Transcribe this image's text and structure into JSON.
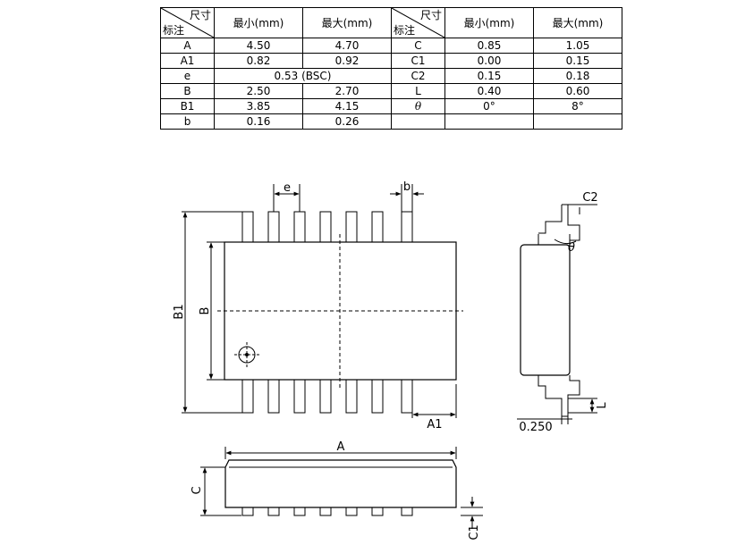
{
  "table": {
    "corner_top": "尺寸",
    "corner_bottom": "标注",
    "header": {
      "min": "最小(mm)",
      "max": "最大(mm)"
    },
    "rows_left": [
      {
        "label": "A",
        "min": "4.50",
        "max": "4.70"
      },
      {
        "label": "A1",
        "min": "0.82",
        "max": "0.92"
      },
      {
        "label": "e",
        "merged": "0.53 (BSC)"
      },
      {
        "label": "B",
        "min": "2.50",
        "max": "2.70"
      },
      {
        "label": "B1",
        "min": "3.85",
        "max": "4.15"
      },
      {
        "label": "b",
        "min": "0.16",
        "max": "0.26"
      }
    ],
    "rows_right": [
      {
        "label": "C",
        "min": "0.85",
        "max": "1.05"
      },
      {
        "label": "C1",
        "min": "0.00",
        "max": "0.15"
      },
      {
        "label": "C2",
        "min": "0.15",
        "max": "0.18"
      },
      {
        "label": "L",
        "min": "0.40",
        "max": "0.60"
      },
      {
        "label": "θ",
        "min": "0°",
        "max": "8°"
      },
      {
        "label": "",
        "min": "",
        "max": ""
      }
    ]
  },
  "drawing": {
    "top_view": {
      "dim_e": "e",
      "dim_b": "b",
      "dim_b1": "B1",
      "dim_b_body": "B",
      "dim_a1": "A1"
    },
    "side_view": {
      "dim_c2": "C2",
      "dim_theta": "θ",
      "dim_l": "L",
      "dim_gauge": "0.250"
    },
    "front_view": {
      "dim_a": "A",
      "dim_c": "C",
      "dim_c1": "C1"
    }
  },
  "colors": {
    "line": "#000000",
    "background": "#ffffff"
  }
}
